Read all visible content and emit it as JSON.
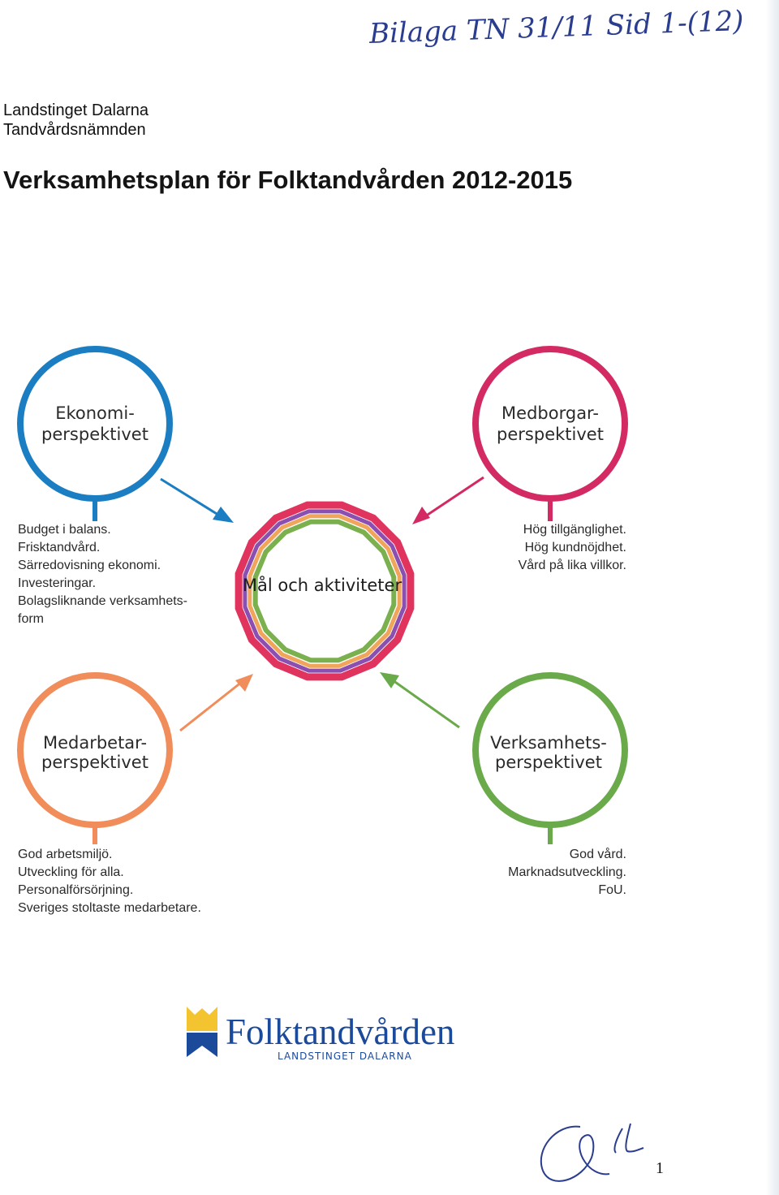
{
  "header": {
    "handwritten_note": "Bilaga TN 31/11 Sid 1-(12)",
    "org_line1": "Landstinget Dalarna",
    "org_line2": "Tandvårdsnämnden"
  },
  "title": "Verksamhetsplan för Folktandvården 2012-2015",
  "colors": {
    "ekonomi": "#1b7ec2",
    "medborgar": "#d42a63",
    "medarbetar": "#f08d5a",
    "verksamhet": "#6aaa4b",
    "center_outer": "#e0335e",
    "center_mid1": "#8a4fb0",
    "center_mid2": "#f0a55a",
    "center_inner": "#7ab04e",
    "logo_blue": "#1c4a9b",
    "logo_yellow": "#f4c430"
  },
  "diagram": {
    "ekonomi": {
      "label_line1": "Ekonomi-",
      "label_line2": "perspektivet",
      "goals": [
        "Budget i balans.",
        "Frisktandvård.",
        "Särredovisning ekonomi.",
        "Investeringar.",
        "Bolagsliknande verksamhets-",
        "form"
      ]
    },
    "medborgar": {
      "label_line1": "Medborgar-",
      "label_line2": "perspektivet",
      "goals": [
        "Hög tillgänglighet.",
        "Hög kundnöjdhet.",
        "Vård på lika villkor."
      ]
    },
    "center": {
      "label": "Mål och aktiviteter"
    },
    "medarbetar": {
      "label_line1": "Medarbetar-",
      "label_line2": "perspektivet",
      "goals": [
        "God arbetsmiljö.",
        "Utveckling för alla.",
        "Personalförsörjning.",
        "Sveriges stoltaste medarbetare."
      ]
    },
    "verksamhet": {
      "label_line1": "Verksamhets-",
      "label_line2": "perspektivet",
      "goals": [
        "God vård.",
        "Marknadsutveckling.",
        "FoU."
      ]
    }
  },
  "logo": {
    "name": "Folktandvården",
    "subtitle": "LANDSTINGET DALARNA"
  },
  "page_number": "1"
}
